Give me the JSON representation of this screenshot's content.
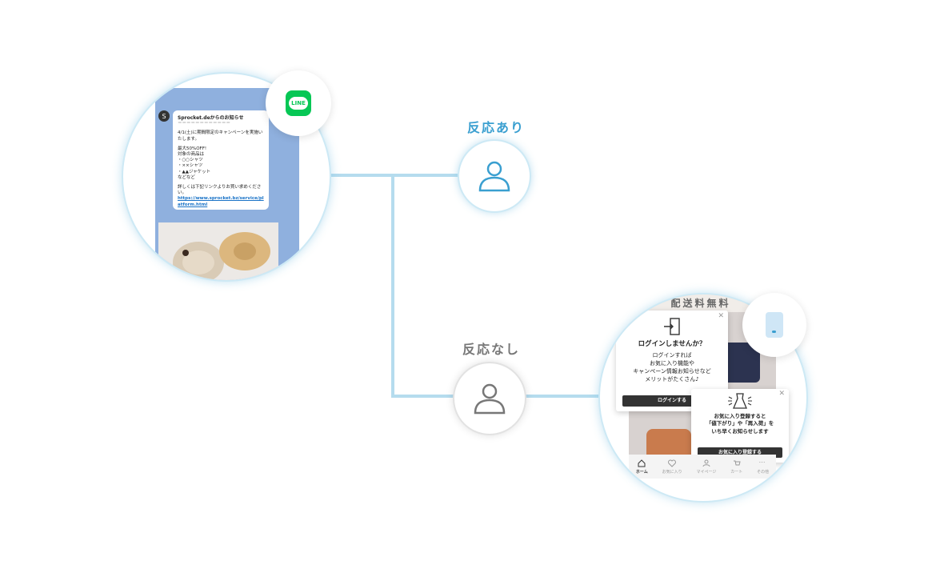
{
  "nodes": {
    "responded_label": "反応あり",
    "no_response_label": "反応なし"
  },
  "line_badge": {
    "text": "LINE",
    "color": "#06c755"
  },
  "line_message": {
    "avatar": "S",
    "title": "Sprocket.deからのお知らせ",
    "divider": "＝＝＝＝＝＝＝＝＝＝＝＝",
    "line1": "4/1(土)に期間限定のキャンペーンを実施いたします。",
    "line2": "最大50%OFF!",
    "line3": "対象の商品は",
    "line4": "・○○シャツ",
    "line5": "・××シャツ",
    "line6": "・▲▲ジャケット",
    "line7": "などなど",
    "line8": "詳しくは下記リンクよりお買い求めください。",
    "link": "https://www.sprocket.bz/service/platform.html"
  },
  "shop": {
    "banner": "配送料無料",
    "login_popup": {
      "title": "ログインしませんか？",
      "body1": "ログインすれば",
      "body2": "お気に入り機能や",
      "body3": "キャンペーン情報お知らせなど",
      "body4": "メリットがたくさん♪",
      "button": "ログインする"
    },
    "fav_popup": {
      "body1": "お気に入り登録すると",
      "body2": "「値下がり」や「再入荷」を",
      "body3": "いち早くお知らせします",
      "button": "お気に入り登録する"
    },
    "tabs": [
      "ホーム",
      "お気に入り",
      "マイページ",
      "カート",
      "その他"
    ]
  },
  "colors": {
    "accent": "#3a9fd0",
    "grey": "#777777",
    "line": "#b5dcee"
  }
}
